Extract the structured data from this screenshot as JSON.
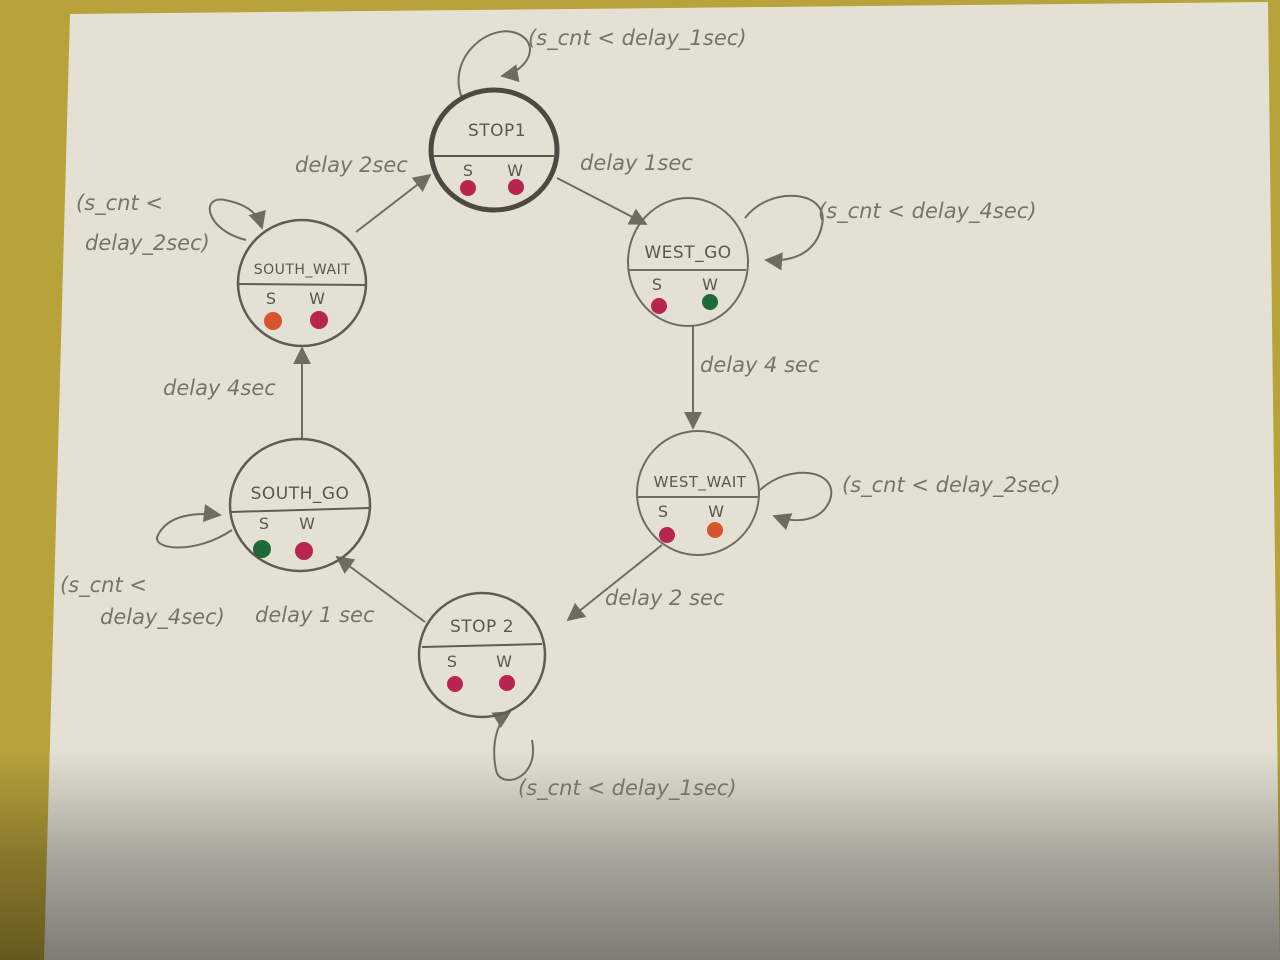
{
  "colors": {
    "red": "#b8254f",
    "green": "#1e6a36",
    "orange": "#d8542c",
    "pencil": "#6f6b60",
    "paper": "#e6e3d6"
  },
  "light_labels": {
    "south": "S",
    "west": "W"
  },
  "states": {
    "stop1": {
      "name": "STOP1",
      "s_light": "red",
      "w_light": "red"
    },
    "west_go": {
      "name": "WEST_GO",
      "s_light": "red",
      "w_light": "green"
    },
    "west_wait": {
      "name": "WEST_WAIT",
      "s_light": "red",
      "w_light": "orange"
    },
    "stop2": {
      "name": "STOP 2",
      "s_light": "red",
      "w_light": "red"
    },
    "south_go": {
      "name": "SOUTH_GO",
      "s_light": "green",
      "w_light": "red"
    },
    "south_wait": {
      "name": "SOUTH_WAIT",
      "s_light": "orange",
      "w_light": "red"
    }
  },
  "transitions": {
    "stop1_to_west_go": "delay 1sec",
    "west_go_to_west_wait": "delay 4 sec",
    "west_wait_to_stop2": "delay 2 sec",
    "stop2_to_south_go": "delay 1 sec",
    "south_go_to_south_wait": "delay 4sec",
    "south_wait_to_stop1": "delay 2sec"
  },
  "self_loops": {
    "stop1": [
      "(s_cnt < delay_1sec)"
    ],
    "west_go": [
      "(s_cnt < delay_4sec)"
    ],
    "west_wait": [
      "(s_cnt < delay_2sec)"
    ],
    "stop2": [
      "(s_cnt < delay_1sec)"
    ],
    "south_go": [
      "(s_cnt <",
      "delay_4sec)"
    ],
    "south_wait": [
      "(s_cnt <",
      "delay_2sec)"
    ]
  }
}
